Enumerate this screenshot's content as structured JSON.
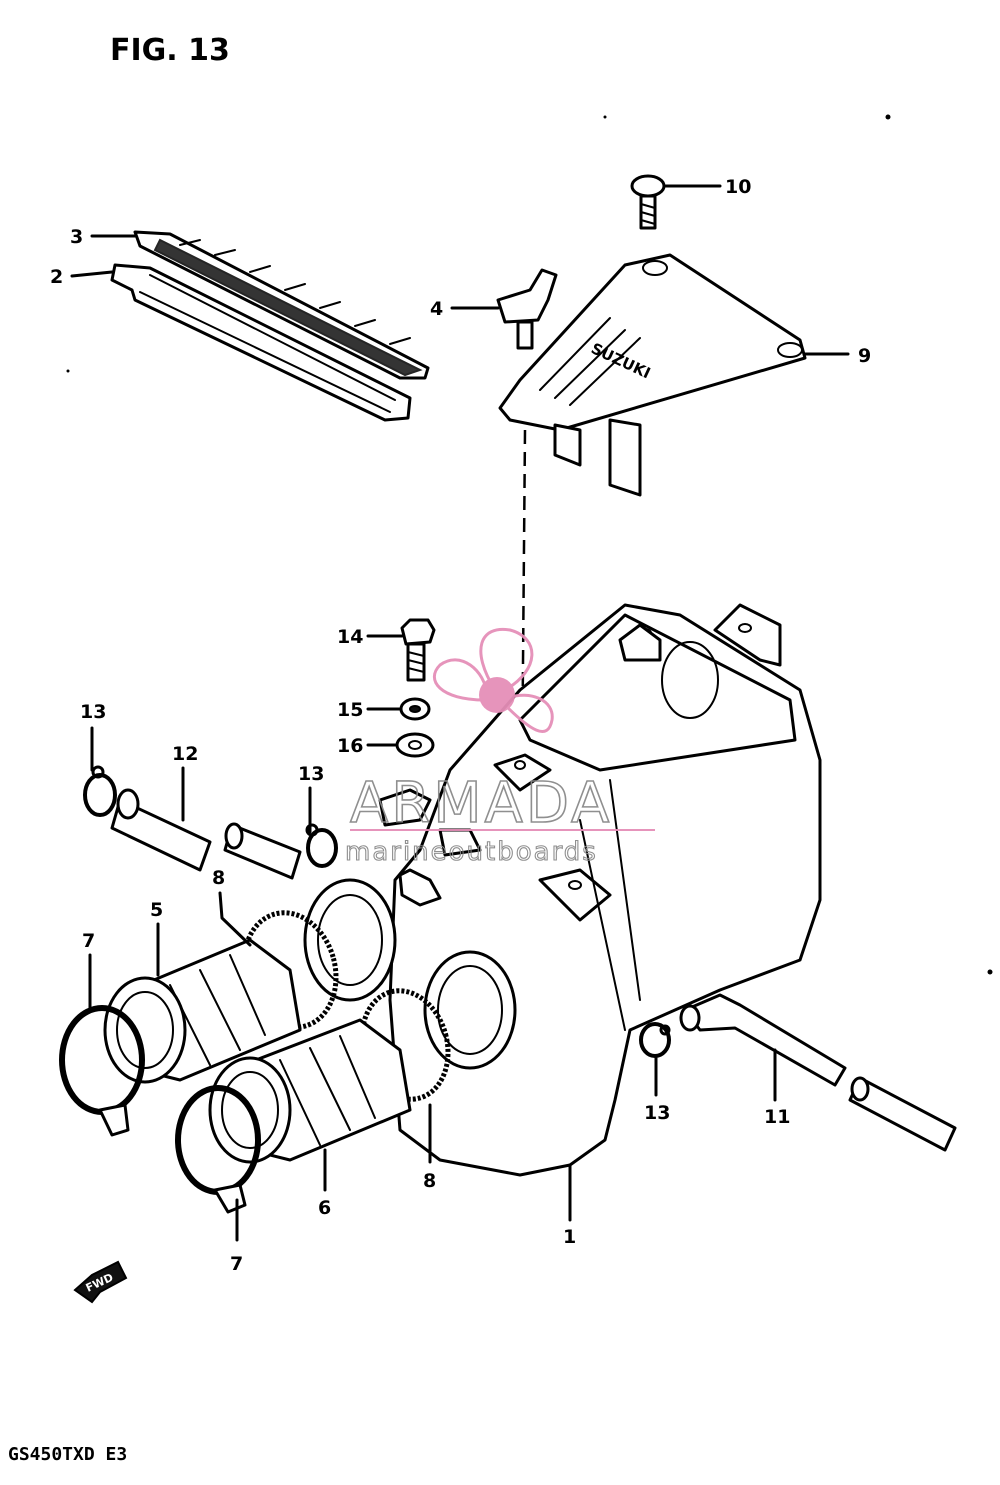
{
  "figure": {
    "title": "FIG. 13",
    "model_code": "GS450TXD  E3",
    "fwd_label": "FWD"
  },
  "callouts": [
    {
      "id": "c1",
      "label": "1"
    },
    {
      "id": "c2",
      "label": "2"
    },
    {
      "id": "c3",
      "label": "3"
    },
    {
      "id": "c4",
      "label": "4"
    },
    {
      "id": "c5",
      "label": "5"
    },
    {
      "id": "c6",
      "label": "6"
    },
    {
      "id": "c7a",
      "label": "7"
    },
    {
      "id": "c7b",
      "label": "7"
    },
    {
      "id": "c8a",
      "label": "8"
    },
    {
      "id": "c8b",
      "label": "8"
    },
    {
      "id": "c9",
      "label": "9"
    },
    {
      "id": "c10",
      "label": "10"
    },
    {
      "id": "c11",
      "label": "11"
    },
    {
      "id": "c12",
      "label": "12"
    },
    {
      "id": "c13a",
      "label": "13"
    },
    {
      "id": "c13b",
      "label": "13"
    },
    {
      "id": "c13c",
      "label": "13"
    },
    {
      "id": "c14",
      "label": "14"
    },
    {
      "id": "c15",
      "label": "15"
    },
    {
      "id": "c16",
      "label": "16"
    }
  ],
  "watermark": {
    "brand": "ARMADA",
    "tagline": "marineoutboards",
    "color": "#e58fb8"
  }
}
